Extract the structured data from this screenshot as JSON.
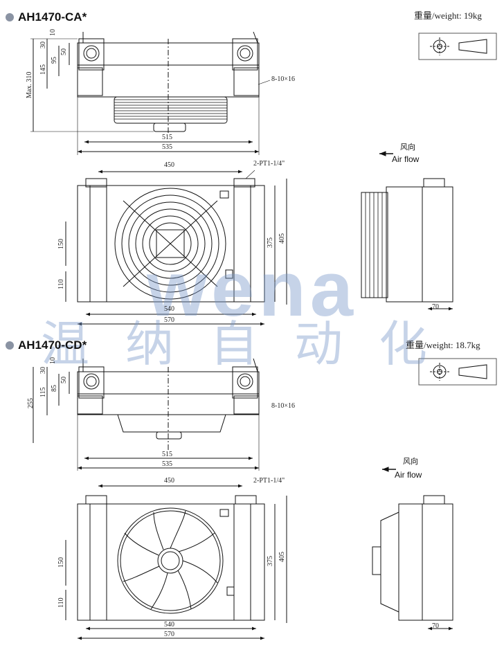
{
  "watermark": {
    "latin": "wena",
    "chinese": "温纳自动化"
  },
  "models": [
    {
      "name": "AH1470-CA*",
      "weight": "重量/weight: 19kg",
      "airflow_cn": "风向",
      "airflow_en": "Air flow",
      "top_dims": {
        "d10": "10",
        "d30": "30",
        "d50": "50",
        "d95": "95",
        "d145": "145",
        "max310": "Max. 310",
        "w515": "515",
        "w535": "535",
        "hole": "8-10×16"
      },
      "front_dims": {
        "w450": "450",
        "port": "2-PT1-1/4\"",
        "h150": "150",
        "h110": "110",
        "h375": "375",
        "h405": "405",
        "w540": "540",
        "w570": "570"
      },
      "side_dims": {
        "w70": "70"
      }
    },
    {
      "name": "AH1470-CD*",
      "weight": "重量/weight: 18.7kg",
      "airflow_cn": "风向",
      "airflow_en": "Air flow",
      "top_dims": {
        "d10": "10",
        "d30": "30",
        "d50": "50",
        "d85": "85",
        "d115": "115",
        "h255": "255",
        "w515": "515",
        "w535": "535",
        "hole": "8-10×16"
      },
      "front_dims": {
        "w450": "450",
        "port": "2-PT1-1/4\"",
        "h150": "150",
        "h110": "110",
        "h375": "375",
        "h405": "405",
        "w540": "540",
        "w570": "570"
      },
      "side_dims": {
        "w70": "70"
      }
    }
  ],
  "colors": {
    "line": "#111111",
    "watermark": "#7896c8",
    "bullet": "#8a93a3"
  }
}
